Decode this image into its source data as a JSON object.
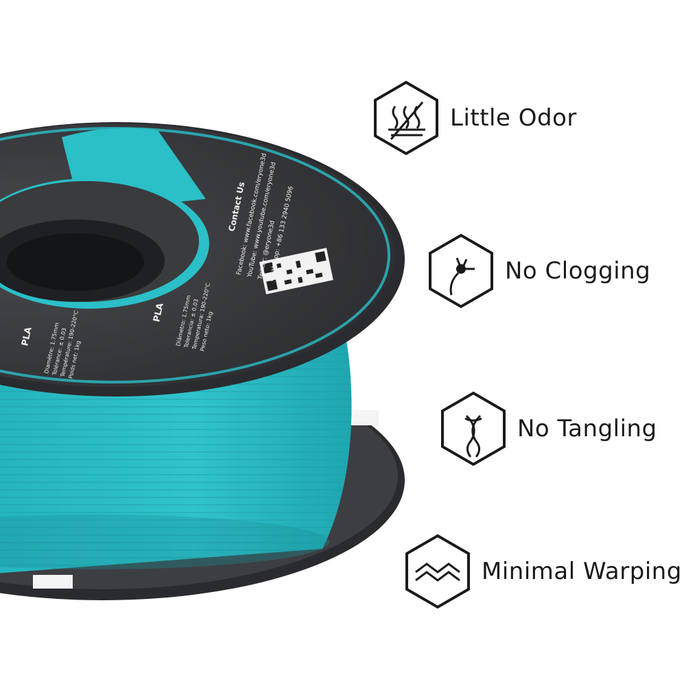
{
  "features": [
    {
      "label": "Little Odor",
      "icon": "heat-waves-icon"
    },
    {
      "label": "No Clogging",
      "icon": "nozzle-blob-icon"
    },
    {
      "label": "No Tangling",
      "icon": "tangle-icon"
    },
    {
      "label": "Minimal Warping",
      "icon": "zigzag-warp-icon"
    }
  ],
  "spool_label": {
    "material": "PLA",
    "contact_title": "Contact Us",
    "contact_lines": [
      "Facebook: www.facebook.com/eryone3d",
      "YouTube: www.youtube.com/eryone3d",
      "Twitter: @eryone3d",
      "WhatsApp: +86 133 2940 5096"
    ],
    "spec_fr": [
      "Diamètre: 1.75mm",
      "Tolérance: ± 0.03",
      "Température: 190-220°C",
      "Poids net: 1kg"
    ],
    "spec_es": [
      "Diámetro: 1.75mm",
      "Tolerancia: ± 0.03",
      "Temperatura: 190-220°C",
      "Peso neto: 1kg"
    ]
  },
  "colors": {
    "filament": "#2bbfc8",
    "spool": "#3a3b3d",
    "spool_dark": "#26272a",
    "icon_stroke": "#1a1a1a"
  }
}
